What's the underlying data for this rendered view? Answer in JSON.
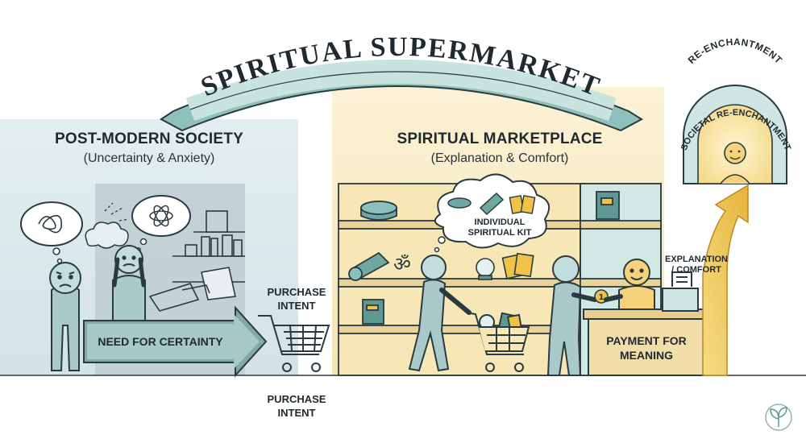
{
  "banner": {
    "title": "SPIRITUAL SUPERMARKET"
  },
  "left_panel": {
    "heading": "POST-MODERN SOCIETY",
    "subheading": "(Uncertainty & Anxiety)"
  },
  "right_panel": {
    "heading": "SPIRITUAL MARKETPLACE",
    "subheading": "(Explanation & Comfort)"
  },
  "arrow": {
    "label": "NEED FOR CERTAINTY"
  },
  "cart": {
    "label_top": "PURCHASE\nINTENT",
    "label_bottom": "PURCHASE\nINTENT"
  },
  "kit": {
    "label": "INDIVIDUAL\nSPIRITUAL KIT"
  },
  "counter": {
    "label": "PAYMENT FOR\nMEANING"
  },
  "growth_arrow": {
    "label": "EXPLANATION\n/ COMFORT"
  },
  "portal": {
    "outer_label": "RE-ENCHANTMENT",
    "inner_label": "SOCIETAL RE-ENCHANTMENT"
  },
  "colors": {
    "teal": "#5a9a96",
    "teal_light": "#cfe6e3",
    "cream": "#f8ecc6",
    "gold": "#efc24a",
    "outline": "#2a3a40",
    "blue_grey": "#dbe7ea"
  }
}
